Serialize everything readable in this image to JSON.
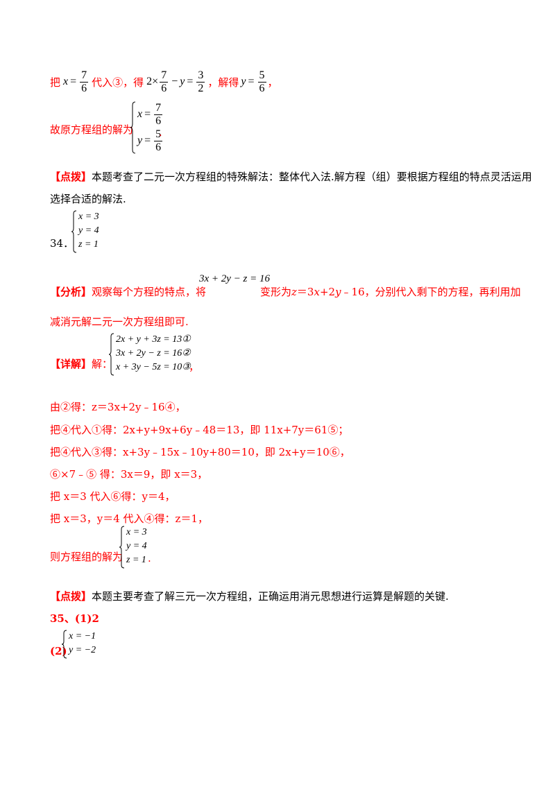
{
  "colors": {
    "accent": "#ff0000",
    "text": "#000000"
  },
  "l1": {
    "t1": "把",
    "x_eq": "x",
    "eq": "=",
    "n7": "7",
    "d6": "6",
    "t2": "代入③，得",
    "expr_a": "2×",
    "expr_b": "−",
    "y": "y",
    "n3": "3",
    "d2": "2",
    "t3": "，解得",
    "n5": "5",
    "t4": "，"
  },
  "l2": {
    "t1": "故原方程组的解为",
    "r1_var": "x",
    "r1_num": "7",
    "r1_den": "6",
    "r2_var": "y",
    "r2_num": "5",
    "r2_den": "6",
    "t2": "."
  },
  "l3": {
    "bracket": "【点拨】",
    "t1": "本题考查了二元一次方程组的特殊解法：整体代入法.解方程（组）要根据方程组的特点灵活运用",
    "t2": "选择合适的解法."
  },
  "q34": {
    "num": "34．",
    "rows": [
      "x = 3",
      "y = 4",
      "z = 1"
    ]
  },
  "analysis": {
    "bracket": "【分析】",
    "t1": "观察每个方程的特点，将",
    "eq": "3x + 2y − z = 16",
    "t2": "变形为",
    "z": "z",
    "t3": "＝3",
    "x": "x",
    "t4": "+2",
    "y": "y",
    "t5": "﹣16，分别代入剩下的方程，再利用加",
    "t6": "减消元解二元一次方程组即可."
  },
  "detail": {
    "bracket": "【详解】",
    "t1": "解：",
    "rows": [
      "2x + y + 3z = 13①",
      "3x + 2y − z = 16②",
      "x + 3y − 5z = 10③"
    ],
    "t2": "，"
  },
  "steps": [
    "由②得：z＝3x+2y﹣16④，",
    "把④代入①得：2x+y+9x+6y﹣48＝13，即 11x+7y＝61⑤；",
    "把④代入③得：x+3y﹣15x﹣10y+80＝10，即 2x+y＝10⑥，",
    "⑥×7﹣⑤ 得：3x＝9，即 x＝3，",
    "把 x＝3 代入⑥得：y＝4，",
    "把 x＝3，y＝4 代入④得：z＝1，"
  ],
  "result": {
    "t1": "则方程组的解为",
    "rows": [
      "x = 3",
      "y = 4",
      "z = 1"
    ],
    "t2": "."
  },
  "tip2": {
    "bracket": "【点拨】",
    "t1": "本题主要考查了解三元一次方程组，正确运用消元思想进行运算是解题的关键."
  },
  "q35": {
    "label1": "35、(1)2",
    "label2": "(2)",
    "rows": [
      "x = −1",
      "y = −2"
    ]
  }
}
